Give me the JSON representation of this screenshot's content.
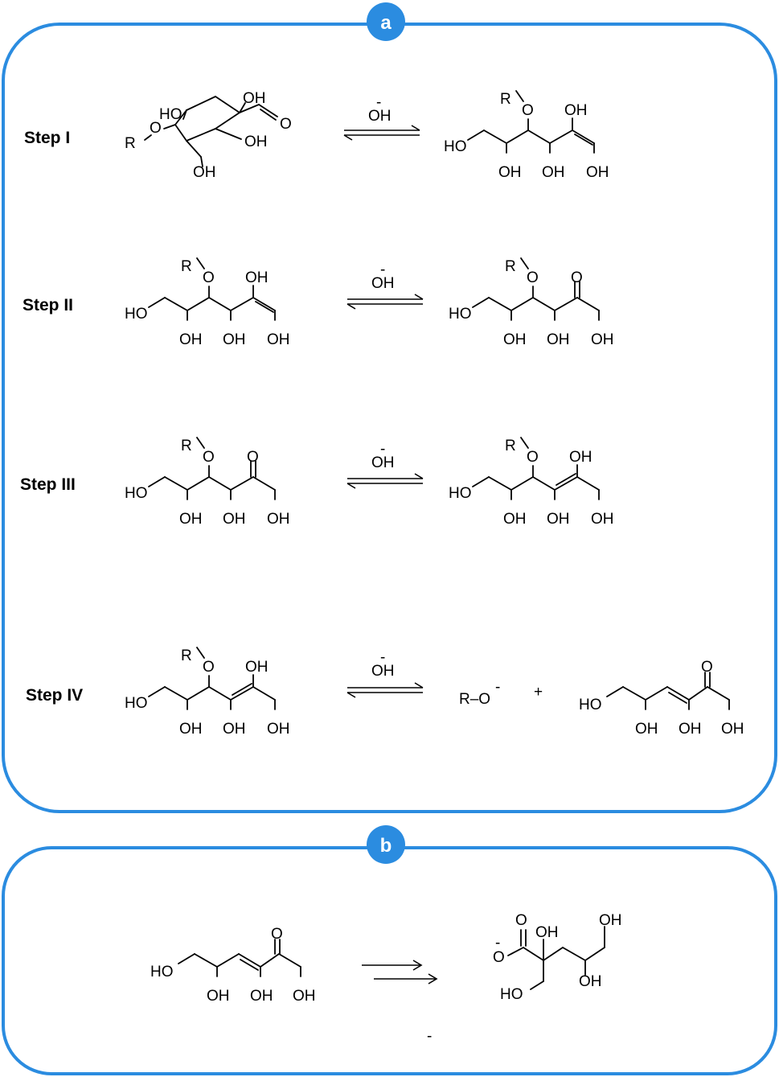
{
  "panels": [
    {
      "badge": "a"
    },
    {
      "badge": "b"
    }
  ],
  "steps": [
    {
      "label": "Step I",
      "reagent": "OH",
      "reagent_charge": "-"
    },
    {
      "label": "Step II",
      "reagent": "OH",
      "reagent_charge": "-"
    },
    {
      "label": "Step III",
      "reagent": "OH",
      "reagent_charge": "-"
    },
    {
      "label": "Step IV",
      "reagent": "OH",
      "reagent_charge": "-"
    }
  ],
  "atoms": {
    "oh": "OH",
    "ho": "HO",
    "o": "O",
    "r": "R",
    "plus": "+",
    "minus": "-",
    "leaving_group": "R–O"
  },
  "panel_b_footnote": "-"
}
